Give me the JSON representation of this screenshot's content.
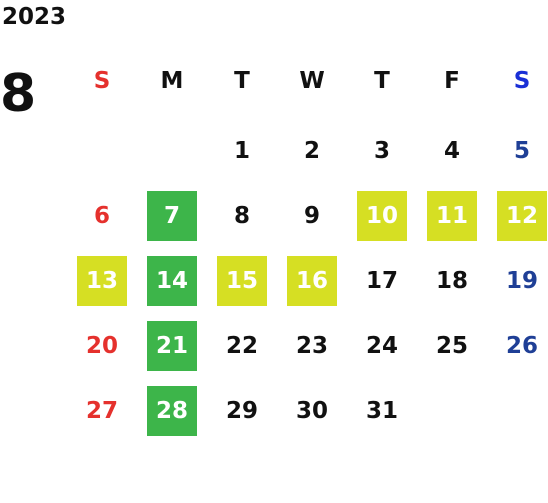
{
  "year": "2023",
  "month": "8",
  "weekdays": [
    "S",
    "M",
    "T",
    "W",
    "T",
    "F",
    "S"
  ],
  "colors": {
    "sunday": "#e5312d",
    "saturday": "#1f3f96",
    "weekday": "#111111",
    "highlight_green": "#3db54a",
    "highlight_yellow": "#d6df23",
    "highlight_text": "#ffffff"
  },
  "days": [
    {
      "day": "1",
      "col": 2,
      "week": 0,
      "hl": ""
    },
    {
      "day": "2",
      "col": 3,
      "week": 0,
      "hl": ""
    },
    {
      "day": "3",
      "col": 4,
      "week": 0,
      "hl": ""
    },
    {
      "day": "4",
      "col": 5,
      "week": 0,
      "hl": ""
    },
    {
      "day": "5",
      "col": 6,
      "week": 0,
      "hl": ""
    },
    {
      "day": "6",
      "col": 0,
      "week": 1,
      "hl": ""
    },
    {
      "day": "7",
      "col": 1,
      "week": 1,
      "hl": "green"
    },
    {
      "day": "8",
      "col": 2,
      "week": 1,
      "hl": ""
    },
    {
      "day": "9",
      "col": 3,
      "week": 1,
      "hl": ""
    },
    {
      "day": "10",
      "col": 4,
      "week": 1,
      "hl": "yellow"
    },
    {
      "day": "11",
      "col": 5,
      "week": 1,
      "hl": "yellow"
    },
    {
      "day": "12",
      "col": 6,
      "week": 1,
      "hl": "yellow"
    },
    {
      "day": "13",
      "col": 0,
      "week": 2,
      "hl": "yellow"
    },
    {
      "day": "14",
      "col": 1,
      "week": 2,
      "hl": "green"
    },
    {
      "day": "15",
      "col": 2,
      "week": 2,
      "hl": "yellow"
    },
    {
      "day": "16",
      "col": 3,
      "week": 2,
      "hl": "yellow"
    },
    {
      "day": "17",
      "col": 4,
      "week": 2,
      "hl": ""
    },
    {
      "day": "18",
      "col": 5,
      "week": 2,
      "hl": ""
    },
    {
      "day": "19",
      "col": 6,
      "week": 2,
      "hl": ""
    },
    {
      "day": "20",
      "col": 0,
      "week": 3,
      "hl": ""
    },
    {
      "day": "21",
      "col": 1,
      "week": 3,
      "hl": "green"
    },
    {
      "day": "22",
      "col": 2,
      "week": 3,
      "hl": ""
    },
    {
      "day": "23",
      "col": 3,
      "week": 3,
      "hl": ""
    },
    {
      "day": "24",
      "col": 4,
      "week": 3,
      "hl": ""
    },
    {
      "day": "25",
      "col": 5,
      "week": 3,
      "hl": ""
    },
    {
      "day": "26",
      "col": 6,
      "week": 3,
      "hl": ""
    },
    {
      "day": "27",
      "col": 0,
      "week": 4,
      "hl": ""
    },
    {
      "day": "28",
      "col": 1,
      "week": 4,
      "hl": "green"
    },
    {
      "day": "29",
      "col": 2,
      "week": 4,
      "hl": ""
    },
    {
      "day": "30",
      "col": 3,
      "week": 4,
      "hl": ""
    },
    {
      "day": "31",
      "col": 4,
      "week": 4,
      "hl": ""
    }
  ]
}
